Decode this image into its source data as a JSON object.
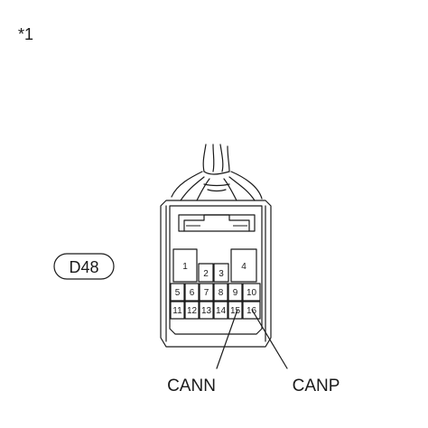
{
  "callout": "*1",
  "connector": {
    "id": "D48",
    "pins": {
      "p1": "1",
      "p2": "2",
      "p3": "3",
      "p4": "4",
      "p5": "5",
      "p6": "6",
      "p7": "7",
      "p8": "8",
      "p9": "9",
      "p10": "10",
      "p11": "11",
      "p12": "12",
      "p13": "13",
      "p14": "14",
      "p15": "15",
      "p16": "16"
    }
  },
  "signals": {
    "cann": "CANN",
    "canp": "CANP"
  }
}
